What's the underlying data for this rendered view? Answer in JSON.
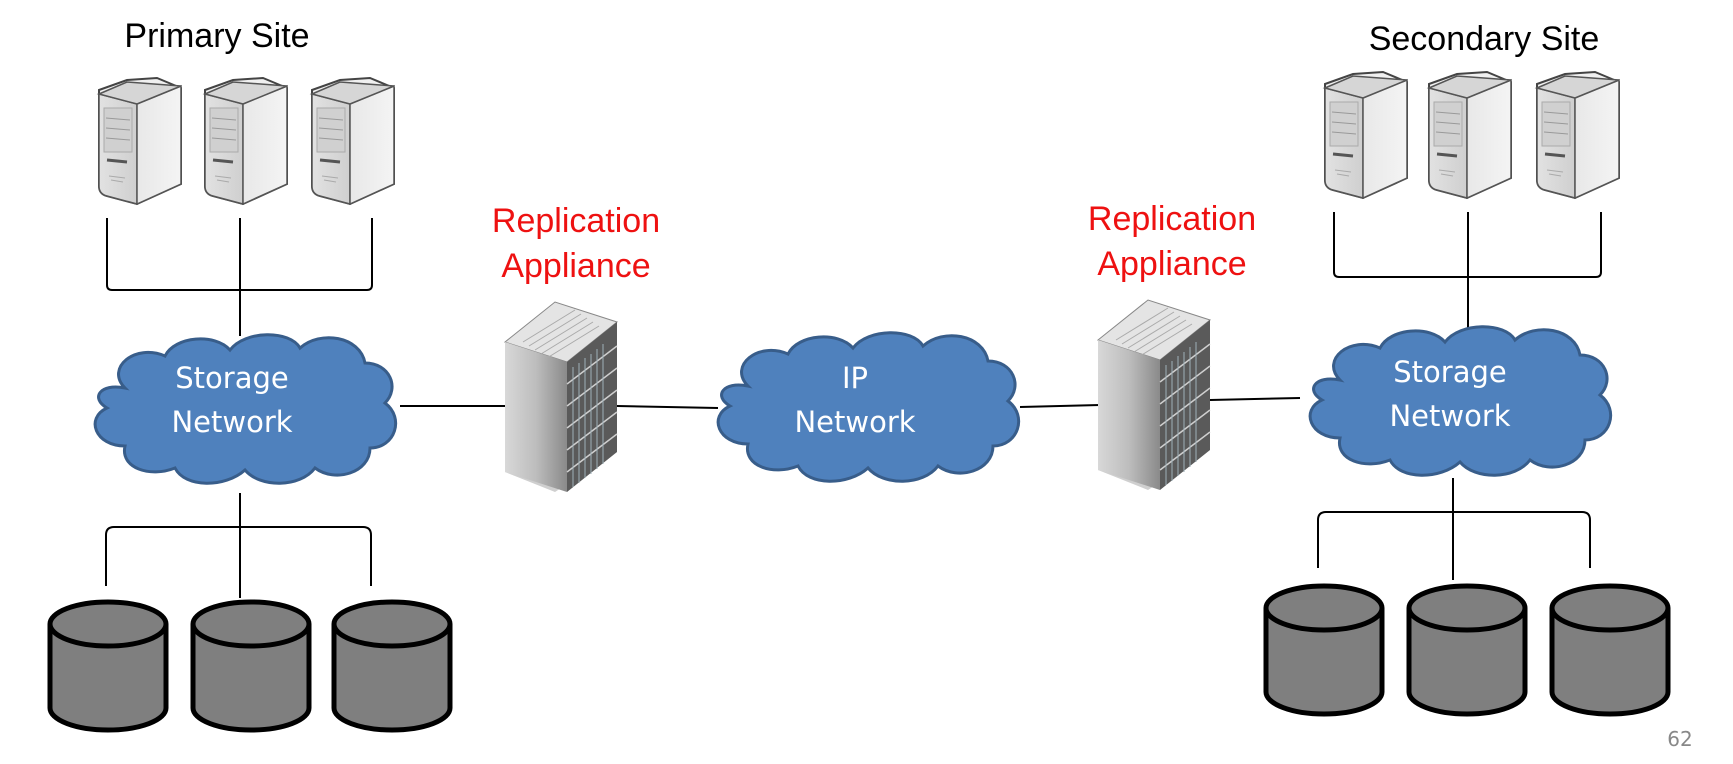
{
  "slide": {
    "page_number": "62",
    "primary_site": {
      "title": "Primary Site",
      "server_count": 3,
      "disk_count": 3,
      "storage_network": {
        "line1": "Storage",
        "line2": "Network"
      }
    },
    "secondary_site": {
      "title": "Secondary Site",
      "server_count": 3,
      "disk_count": 3,
      "storage_network": {
        "line1": "Storage",
        "line2": "Network"
      }
    },
    "left_appliance": {
      "line1": "Replication",
      "line2": "Appliance"
    },
    "right_appliance": {
      "line1": "Replication",
      "line2": "Appliance"
    },
    "ip_network": {
      "line1": "IP",
      "line2": "Network"
    },
    "colors": {
      "cloud_fill": "#4f81bd",
      "cloud_stroke": "#385d8a",
      "appliance_label": "#ee1111",
      "disk_fill": "#7f7f7f",
      "page_number": "#888888"
    }
  }
}
